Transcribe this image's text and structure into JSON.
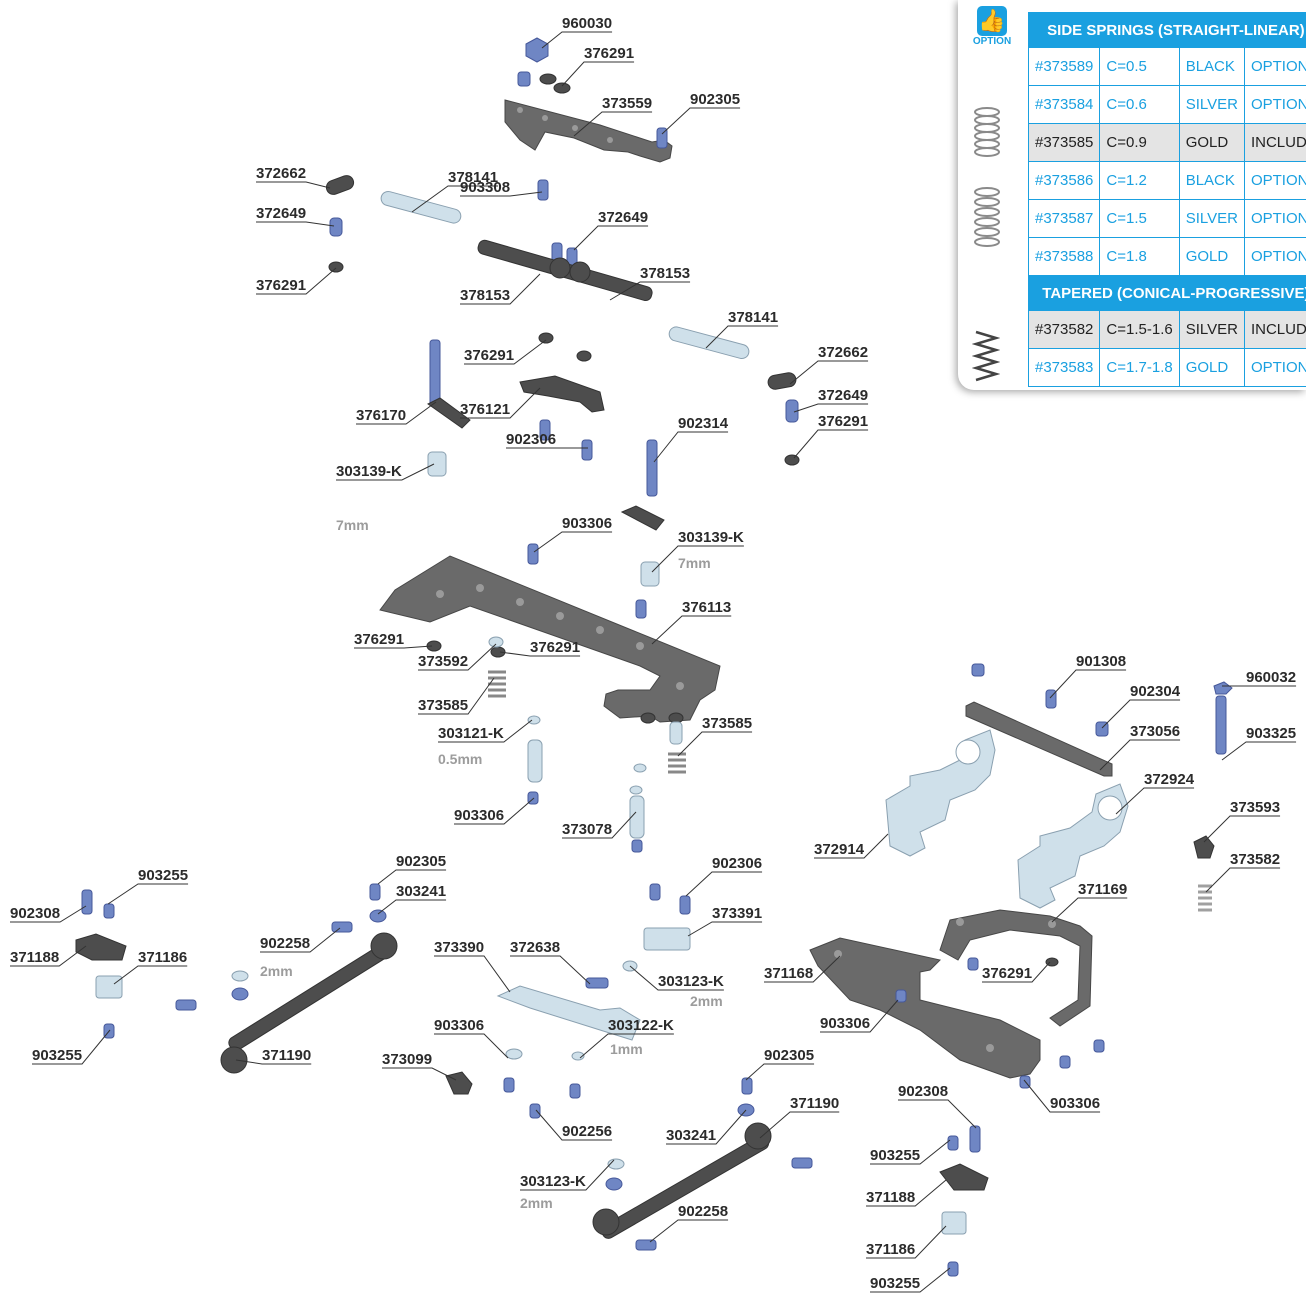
{
  "labels": {
    "l960030a": "960030",
    "l376291a": "376291",
    "l373559": "373559",
    "l902305a": "902305",
    "l378141a": "378141",
    "l372662a": "372662",
    "l903308": "903308",
    "l372649a": "372649",
    "l372649b": "372649",
    "l376291b": "376291",
    "l378153a": "378153",
    "l378153b": "378153",
    "l378141b": "378141",
    "l376291c": "376291",
    "l372662b": "372662",
    "l376121": "376121",
    "l372649c": "372649",
    "l376170": "376170",
    "l902306a": "902306",
    "l376291d": "376291",
    "l902314": "902314",
    "l303139a": "303139-K",
    "l903306a": "903306",
    "l303139b": "303139-K",
    "l376113": "376113",
    "l376291e": "376291",
    "l376291f": "376291",
    "l373592": "373592",
    "l373585a": "373585",
    "l303121": "303121-K",
    "l373585b": "373585",
    "l903306b": "903306",
    "l373078": "373078",
    "l901308": "901308",
    "l902304": "902304",
    "l960032": "960032",
    "l373056": "373056",
    "l903325": "903325",
    "l372924": "372924",
    "l373593": "373593",
    "l372914": "372914",
    "l373582": "373582",
    "l371169": "371169",
    "l902305b": "902305",
    "l903255a": "903255",
    "l303241a": "303241",
    "l902308a": "902308",
    "l902306b": "902306",
    "l373391": "373391",
    "l902258a": "902258",
    "l371188a": "371188",
    "l371186a": "371186",
    "l373390": "373390",
    "l372638": "372638",
    "l303123a": "303123-K",
    "l371168": "371168",
    "l376291g": "376291",
    "l903306c": "903306",
    "l903255b": "903255",
    "l371190a": "371190",
    "l903306d": "903306",
    "l303122": "303122-K",
    "l373099": "373099",
    "l902305c": "902305",
    "l903306e": "903306",
    "l902308b": "902308",
    "l371190b": "371190",
    "l902256": "902256",
    "l303241b": "303241",
    "l903255c": "903255",
    "l303123b": "303123-K",
    "l371188b": "371188",
    "l902258b": "902258",
    "l371186b": "371186",
    "l903255d": "903255"
  },
  "sublabels": {
    "s7mm_a": "7mm",
    "s7mm_b": "7mm",
    "s05mm": "0.5mm",
    "s2mm_a": "2mm",
    "s2mm_b": "2mm",
    "s1mm": "1mm",
    "s2mm_c": "2mm"
  },
  "springs": {
    "badge": "OPTION",
    "header_side": "SIDE SPRINGS (STRAIGHT-LINEAR)",
    "header_tapered": "TAPERED (CONICAL-PROGRESSIVE)",
    "side_rows": [
      {
        "code": "#373589",
        "c": "C=0.5",
        "color": "BLACK",
        "status": "OPTION"
      },
      {
        "code": "#373584",
        "c": "C=0.6",
        "color": "SILVER",
        "status": "OPTION"
      },
      {
        "code": "#373585",
        "c": "C=0.9",
        "color": "GOLD",
        "status": "INCLUDE"
      },
      {
        "code": "#373586",
        "c": "C=1.2",
        "color": "BLACK",
        "status": "OPTION"
      },
      {
        "code": "#373587",
        "c": "C=1.5",
        "color": "SILVER",
        "status": "OPTION"
      },
      {
        "code": "#373588",
        "c": "C=1.8",
        "color": "GOLD",
        "status": "OPTION"
      }
    ],
    "tapered_rows": [
      {
        "code": "#373582",
        "c": "C=1.5-1.6",
        "color": "SILVER",
        "status": "INCLUD"
      },
      {
        "code": "#373583",
        "c": "C=1.7-1.8",
        "color": "GOLD",
        "status": "OPTION"
      }
    ]
  }
}
